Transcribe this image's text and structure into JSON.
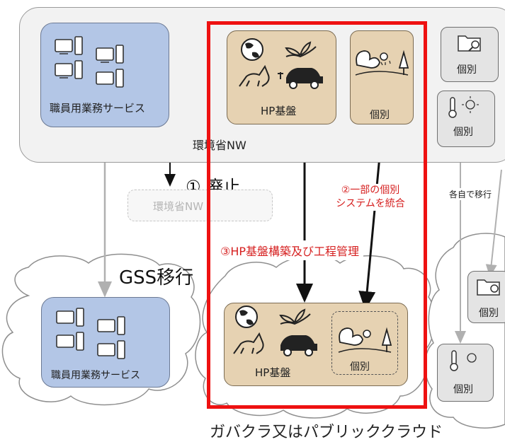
{
  "top_network": {
    "label": "環境省NW",
    "staff_service_label": "職員用業務サービス",
    "hp_platform_label": "HP基盤",
    "individual_label": "個別",
    "right_items": [
      "個別",
      "個別"
    ]
  },
  "migration": {
    "abolish_label": "① 廃止",
    "faded_network_label": "環境省NW",
    "gss_label": "GSS移行",
    "integrate_label": "②一部の個別\nシステムを統合",
    "hp_build_label": "③HP基盤構築及び工程管理",
    "self_move_label": "各自で移行"
  },
  "bottom_cloud": {
    "staff_service_label": "職員用業務サービス",
    "hp_platform_label": "HP基盤",
    "individual_label": "個別",
    "right_items": [
      "個別",
      "個別"
    ],
    "caption": "ガバクラ又はパブリッククラウド"
  },
  "colors": {
    "blue_box": "#b3c6e6",
    "tan_box": "#e6d2b2",
    "gray_box": "#e4e4e4",
    "highlight_red": "#ee1111",
    "label_red": "#d62020"
  }
}
